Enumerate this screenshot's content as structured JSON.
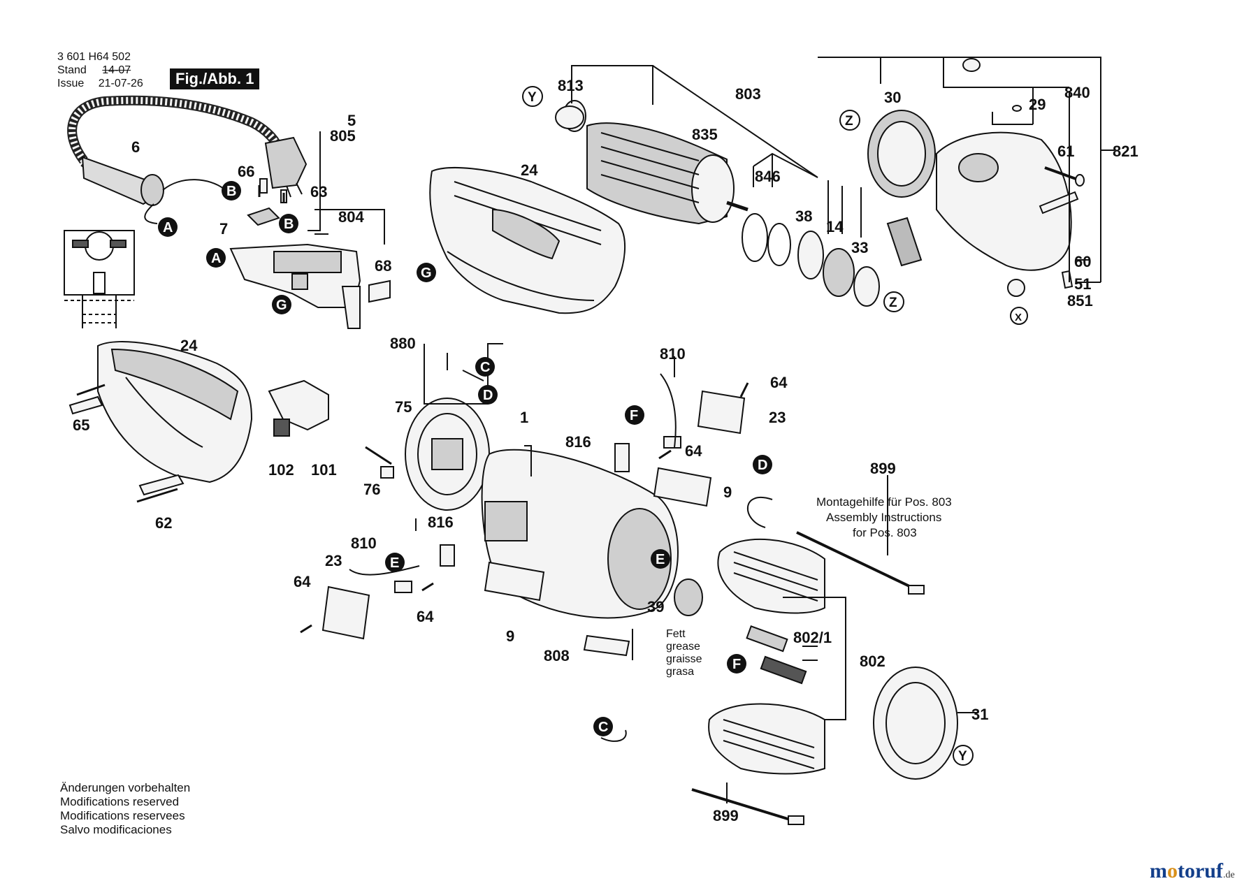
{
  "header": {
    "doc_number": "3 601 H64 502",
    "stand_label": "Stand",
    "stand_value": "14-07",
    "issue_label": "Issue",
    "issue_value": "21-07-26",
    "figure_label": "Fig./Abb. 1"
  },
  "parts": {
    "p1": "1",
    "p5": "5",
    "p6": "6",
    "p7": "7",
    "p9a": "9",
    "p9b": "9",
    "p14": "14",
    "p23a": "23",
    "p23b": "23",
    "p24a": "24",
    "p24b": "24",
    "p29": "29",
    "p30": "30",
    "p31": "31",
    "p33": "33",
    "p38": "38",
    "p39": "39",
    "p51": "51",
    "p60": "60",
    "p61": "61",
    "p62": "62",
    "p63": "63",
    "p64a": "64",
    "p64b": "64",
    "p64c": "64",
    "p64d": "64",
    "p65": "65",
    "p66": "66",
    "p68": "68",
    "p75": "75",
    "p76": "76",
    "p101": "101",
    "p102": "102",
    "p802": "802",
    "p802_1": "802/1",
    "p803": "803",
    "p804": "804",
    "p805": "805",
    "p808": "808",
    "p810a": "810",
    "p810b": "810",
    "p813": "813",
    "p816a": "816",
    "p816b": "816",
    "p821": "821",
    "p835": "835",
    "p840": "840",
    "p846": "846",
    "p851": "851",
    "p880": "880",
    "p899a": "899",
    "p899b": "899"
  },
  "connectors": {
    "A1": "A",
    "A2": "A",
    "B1": "B",
    "B2": "B",
    "C1": "C",
    "C2": "C",
    "D1": "D",
    "D2": "D",
    "E1": "E",
    "E2": "E",
    "F1": "F",
    "F2": "F",
    "G1": "G",
    "G2": "G",
    "X": "X",
    "Y1": "Y",
    "Y2": "Y",
    "Z1": "Z",
    "Z2": "Z"
  },
  "notes": {
    "assembly_1": "Montagehilfe für Pos. 803",
    "assembly_2": "Assembly Instructions",
    "assembly_3": "for Pos. 803",
    "grease_1": "Fett",
    "grease_2": "grease",
    "grease_3": "graisse",
    "grease_4": "grasa"
  },
  "footer": {
    "line1": "Änderungen vorbehalten",
    "line2": "Modifications reserved",
    "line3": "Modifications reservees",
    "line4": "Salvo modificaciones"
  },
  "brand": {
    "name_a": "m",
    "name_o": "o",
    "name_b": "toruf",
    "tld": ".de"
  }
}
